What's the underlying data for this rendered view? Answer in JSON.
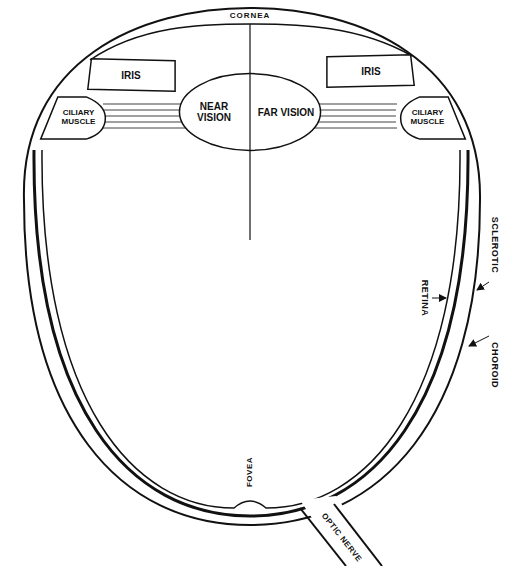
{
  "diagram": {
    "nodes": [
      {
        "text": [
          "IRIS"
        ]
      },
      {
        "text": [
          "IRIS"
        ]
      },
      {
        "text": [
          "CILIARY MUSCLE"
        ]
      },
      {
        "text": [
          "NEAR VISION",
          "FAR VISION"
        ]
      },
      {
        "text": [
          "CILIARY MUSCLE"
        ]
      }
    ],
    "labels": [
      "CORNEA",
      "SCLEROTIC",
      "RETINA",
      "CHOROID",
      "FOVEA",
      "OPTIC NERVE"
    ]
  }
}
